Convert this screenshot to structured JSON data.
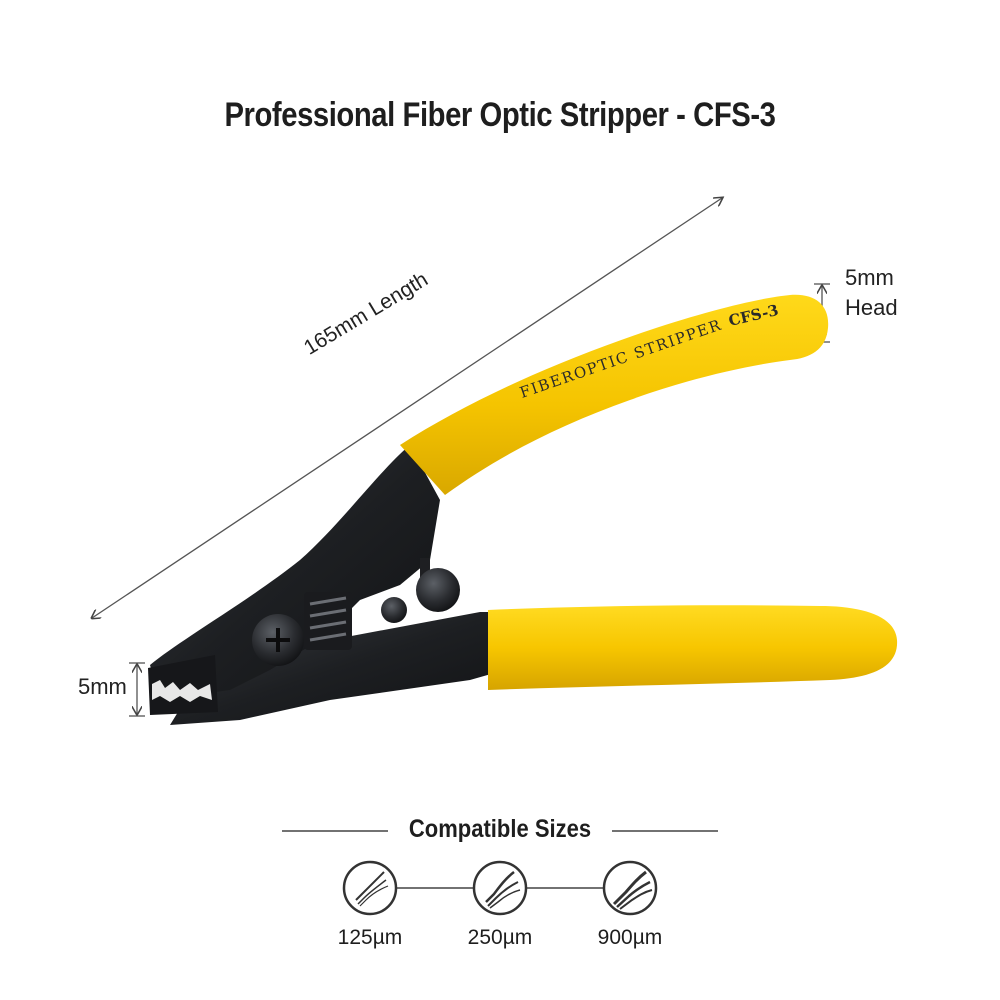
{
  "title": "Professional Fiber Optic Stripper - CFS-3",
  "dimensions": {
    "length_label": "165mm Length",
    "head_label_line1": "5mm",
    "head_label_line2": "Head",
    "jaw_label": "5mm"
  },
  "tool": {
    "handle_text": "FIBEROPTIC STRIPPER",
    "model_text": "CFS-3",
    "handle_color": "#f5c400",
    "body_color": "#1d1f22"
  },
  "compatible": {
    "heading": "Compatible Sizes",
    "sizes": [
      {
        "label": "125µm",
        "icon": "fiber-125-icon"
      },
      {
        "label": "250µm",
        "icon": "fiber-250-icon"
      },
      {
        "label": "900µm",
        "icon": "fiber-900-icon"
      }
    ]
  }
}
